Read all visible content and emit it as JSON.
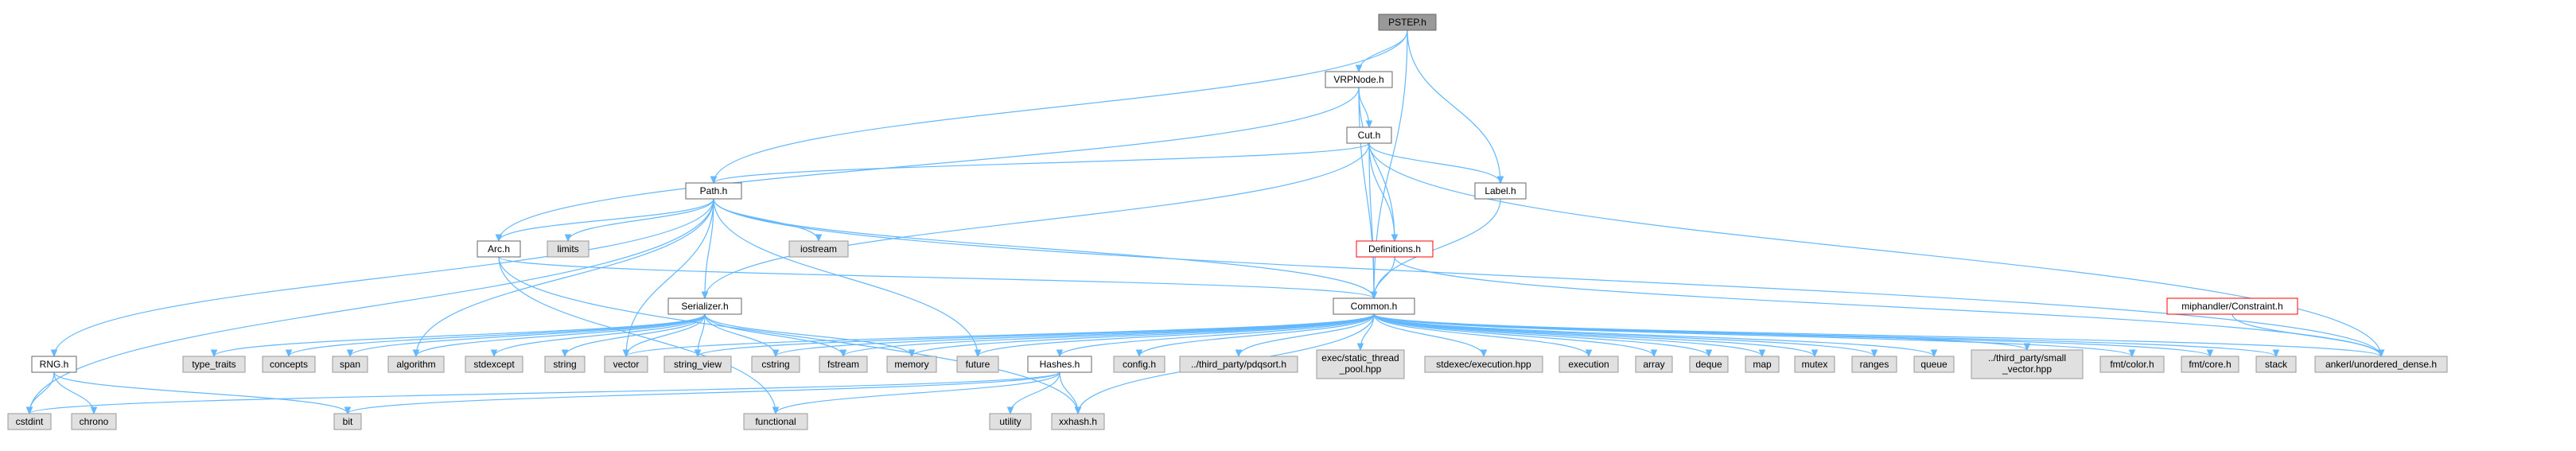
{
  "colors": {
    "root_fill": "#999999",
    "project_fill": "#ffffff",
    "external_fill": "#e0e0e0",
    "border_gray": "#666666",
    "border_light": "#999999",
    "border_red": "#ff0000",
    "edge": "#63b8ff"
  },
  "nodes": [
    {
      "id": "pstep",
      "label": "PSTEP.h",
      "kind": "root"
    },
    {
      "id": "vrpnode",
      "label": "VRPNode.h",
      "kind": "project"
    },
    {
      "id": "cut",
      "label": "Cut.h",
      "kind": "project"
    },
    {
      "id": "label",
      "label": "Label.h",
      "kind": "project"
    },
    {
      "id": "path",
      "label": "Path.h",
      "kind": "project"
    },
    {
      "id": "definitions",
      "label": "Definitions.h",
      "kind": "truncated"
    },
    {
      "id": "arc",
      "label": "Arc.h",
      "kind": "project"
    },
    {
      "id": "limits",
      "label": "limits",
      "kind": "external"
    },
    {
      "id": "iostream",
      "label": "iostream",
      "kind": "external"
    },
    {
      "id": "common",
      "label": "Common.h",
      "kind": "project"
    },
    {
      "id": "constraint",
      "label": "miphandler/Constraint.h",
      "kind": "truncated"
    },
    {
      "id": "serializer",
      "label": "Serializer.h",
      "kind": "project"
    },
    {
      "id": "rng",
      "label": "RNG.h",
      "kind": "project"
    },
    {
      "id": "type_traits",
      "label": "type_traits",
      "kind": "external"
    },
    {
      "id": "concepts",
      "label": "concepts",
      "kind": "external"
    },
    {
      "id": "span",
      "label": "span",
      "kind": "external"
    },
    {
      "id": "algorithm",
      "label": "algorithm",
      "kind": "external"
    },
    {
      "id": "stdexcept",
      "label": "stdexcept",
      "kind": "external"
    },
    {
      "id": "string",
      "label": "string",
      "kind": "external"
    },
    {
      "id": "vector",
      "label": "vector",
      "kind": "external"
    },
    {
      "id": "string_view",
      "label": "string_view",
      "kind": "external"
    },
    {
      "id": "cstring",
      "label": "cstring",
      "kind": "external"
    },
    {
      "id": "fstream",
      "label": "fstream",
      "kind": "external"
    },
    {
      "id": "memory",
      "label": "memory",
      "kind": "external"
    },
    {
      "id": "future",
      "label": "future",
      "kind": "external"
    },
    {
      "id": "hashes",
      "label": "Hashes.h",
      "kind": "project"
    },
    {
      "id": "config",
      "label": "config.h",
      "kind": "external"
    },
    {
      "id": "pdqsort",
      "label": "../third_party/pdqsort.h",
      "kind": "external"
    },
    {
      "id": "exec_pool",
      "label": [
        "exec/static_thread",
        "_pool.hpp"
      ],
      "kind": "external"
    },
    {
      "id": "stdexec",
      "label": "stdexec/execution.hpp",
      "kind": "external"
    },
    {
      "id": "execution",
      "label": "execution",
      "kind": "external"
    },
    {
      "id": "array",
      "label": "array",
      "kind": "external"
    },
    {
      "id": "deque",
      "label": "deque",
      "kind": "external"
    },
    {
      "id": "map",
      "label": "map",
      "kind": "external"
    },
    {
      "id": "mutex",
      "label": "mutex",
      "kind": "external"
    },
    {
      "id": "ranges",
      "label": "ranges",
      "kind": "external"
    },
    {
      "id": "queue",
      "label": "queue",
      "kind": "external"
    },
    {
      "id": "small_vector",
      "label": [
        "../third_party/small",
        "_vector.hpp"
      ],
      "kind": "external"
    },
    {
      "id": "fmt_color",
      "label": "fmt/color.h",
      "kind": "external"
    },
    {
      "id": "fmt_core",
      "label": "fmt/core.h",
      "kind": "external"
    },
    {
      "id": "stack",
      "label": "stack",
      "kind": "external"
    },
    {
      "id": "ankerl",
      "label": "ankerl/unordered_dense.h",
      "kind": "external"
    },
    {
      "id": "cstdint",
      "label": "cstdint",
      "kind": "external"
    },
    {
      "id": "chrono",
      "label": "chrono",
      "kind": "external"
    },
    {
      "id": "bit",
      "label": "bit",
      "kind": "external"
    },
    {
      "id": "functional",
      "label": "functional",
      "kind": "external"
    },
    {
      "id": "utility",
      "label": "utility",
      "kind": "external"
    },
    {
      "id": "xxhash",
      "label": "xxhash.h",
      "kind": "external"
    }
  ],
  "edges": [
    [
      "pstep",
      "vrpnode"
    ],
    [
      "pstep",
      "path"
    ],
    [
      "pstep",
      "label"
    ],
    [
      "pstep",
      "common"
    ],
    [
      "vrpnode",
      "cut"
    ],
    [
      "vrpnode",
      "arc"
    ],
    [
      "vrpnode",
      "definitions"
    ],
    [
      "vrpnode",
      "common"
    ],
    [
      "cut",
      "path"
    ],
    [
      "cut",
      "label"
    ],
    [
      "cut",
      "definitions"
    ],
    [
      "cut",
      "common"
    ],
    [
      "cut",
      "serializer"
    ],
    [
      "cut",
      "ankerl"
    ],
    [
      "label",
      "common"
    ],
    [
      "definitions",
      "common"
    ],
    [
      "definitions",
      "ankerl"
    ],
    [
      "path",
      "arc"
    ],
    [
      "path",
      "limits"
    ],
    [
      "path",
      "iostream"
    ],
    [
      "path",
      "common"
    ],
    [
      "path",
      "serializer"
    ],
    [
      "path",
      "rng"
    ],
    [
      "path",
      "cstdint"
    ],
    [
      "path",
      "algorithm"
    ],
    [
      "path",
      "vector"
    ],
    [
      "path",
      "future"
    ],
    [
      "path",
      "ankerl"
    ],
    [
      "arc",
      "common"
    ],
    [
      "arc",
      "functional"
    ],
    [
      "arc",
      "xxhash"
    ],
    [
      "constraint",
      "ankerl"
    ],
    [
      "serializer",
      "type_traits"
    ],
    [
      "serializer",
      "concepts"
    ],
    [
      "serializer",
      "span"
    ],
    [
      "serializer",
      "algorithm"
    ],
    [
      "serializer",
      "stdexcept"
    ],
    [
      "serializer",
      "string"
    ],
    [
      "serializer",
      "vector"
    ],
    [
      "serializer",
      "string_view"
    ],
    [
      "serializer",
      "cstring"
    ],
    [
      "serializer",
      "fstream"
    ],
    [
      "serializer",
      "memory"
    ],
    [
      "common",
      "vector"
    ],
    [
      "common",
      "string_view"
    ],
    [
      "common",
      "cstring"
    ],
    [
      "common",
      "fstream"
    ],
    [
      "common",
      "memory"
    ],
    [
      "common",
      "future"
    ],
    [
      "common",
      "hashes"
    ],
    [
      "common",
      "config"
    ],
    [
      "common",
      "pdqsort"
    ],
    [
      "common",
      "exec_pool"
    ],
    [
      "common",
      "stdexec"
    ],
    [
      "common",
      "execution"
    ],
    [
      "common",
      "array"
    ],
    [
      "common",
      "deque"
    ],
    [
      "common",
      "map"
    ],
    [
      "common",
      "mutex"
    ],
    [
      "common",
      "ranges"
    ],
    [
      "common",
      "queue"
    ],
    [
      "common",
      "small_vector"
    ],
    [
      "common",
      "fmt_color"
    ],
    [
      "common",
      "fmt_core"
    ],
    [
      "common",
      "stack"
    ],
    [
      "common",
      "ankerl"
    ],
    [
      "common",
      "xxhash"
    ],
    [
      "hashes",
      "cstdint"
    ],
    [
      "hashes",
      "bit"
    ],
    [
      "hashes",
      "functional"
    ],
    [
      "hashes",
      "utility"
    ],
    [
      "hashes",
      "xxhash"
    ],
    [
      "rng",
      "cstdint"
    ],
    [
      "rng",
      "chrono"
    ],
    [
      "rng",
      "bit"
    ]
  ]
}
